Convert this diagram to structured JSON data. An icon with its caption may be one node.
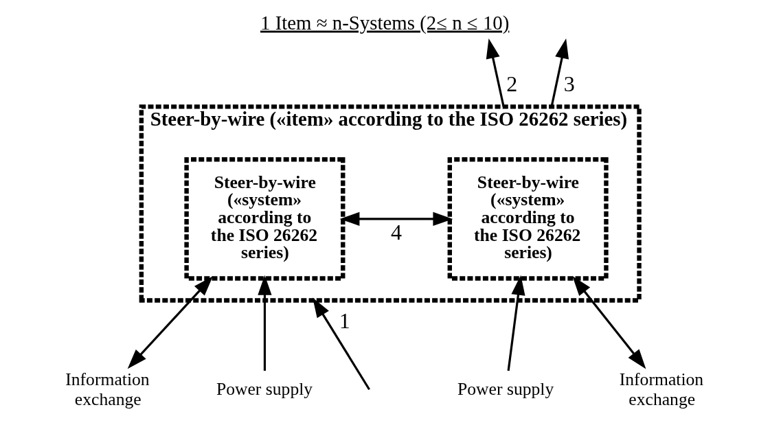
{
  "diagram": {
    "title": "1 Item ≈ n-Systems (2≤ n ≤ 10)",
    "nodes": [
      {
        "text": [
          "Steer-by-wire («item» according to the ISO 26262 series)"
        ]
      },
      {
        "text": [
          "Steer-by-wire («system» according to the ISO 26262 series)"
        ],
        "in": 0
      },
      {
        "text": [
          "Steer-by-wire («system» according to the ISO 26262 series)"
        ],
        "in": 0
      },
      {
        "text": [
          "Information exchange"
        ]
      },
      {
        "text": [
          "Power supply"
        ]
      },
      {
        "text": [
          "Information exchange"
        ]
      },
      {
        "text": [
          "Power supply"
        ]
      }
    ],
    "edges": [
      {
        "from": null,
        "to": 0,
        "arrow": "to",
        "label": "1"
      },
      {
        "from": 0,
        "to": null,
        "arrow": "to",
        "label": "2"
      },
      {
        "from": 1,
        "to": 2,
        "arrow": "both",
        "label": "4"
      },
      {
        "from": 0,
        "to": null,
        "arrow": "to",
        "label": "3"
      },
      {
        "from": 3,
        "to": 1,
        "arrow": "both"
      },
      {
        "from": 4,
        "to": 1,
        "arrow": "to"
      },
      {
        "from": 5,
        "to": 2,
        "arrow": "both"
      },
      {
        "from": 6,
        "to": 2,
        "arrow": "to"
      }
    ]
  }
}
